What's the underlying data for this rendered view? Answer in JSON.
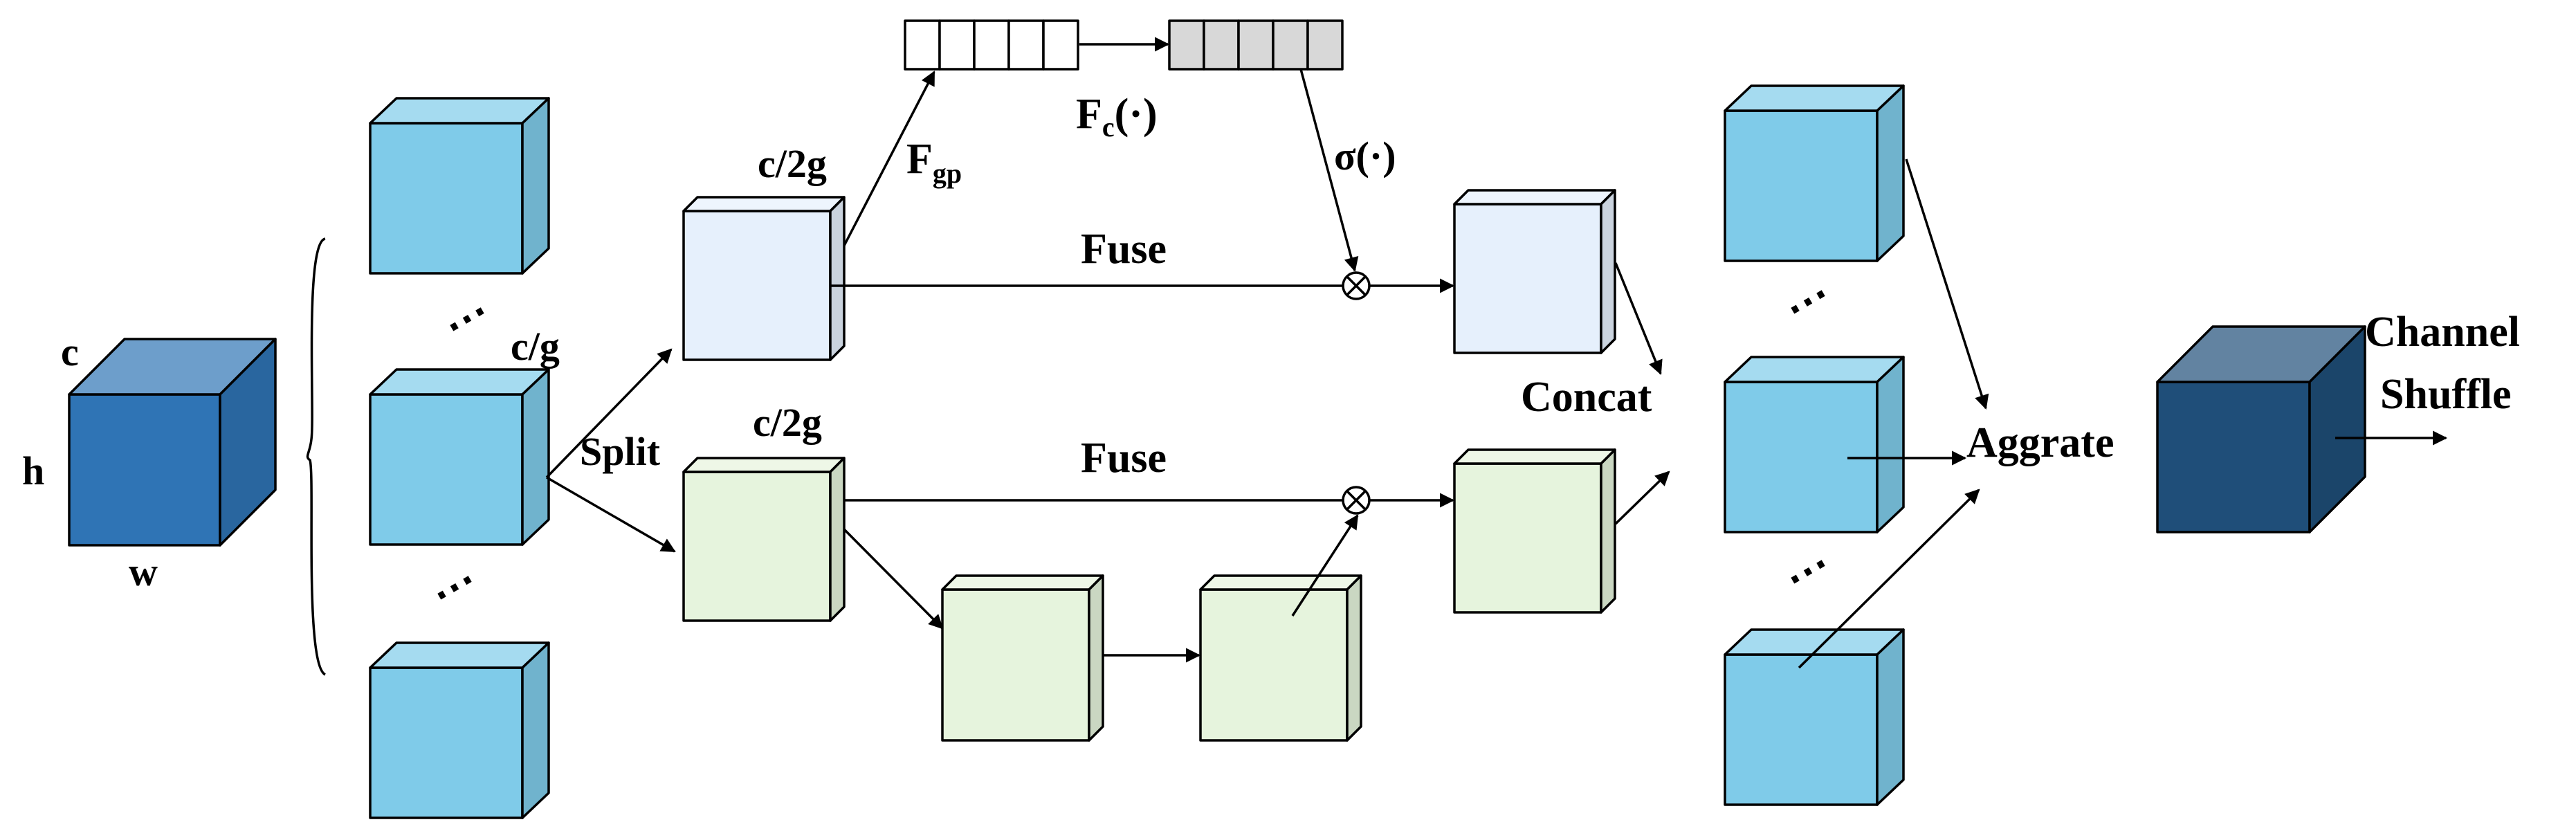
{
  "labels": {
    "c": "c",
    "h": "h",
    "w": "w",
    "c_over_g": "c/g",
    "c_over_2g_top": "c/2g",
    "c_over_2g_bottom": "c/2g",
    "split": "Split",
    "f_gp_main": "F",
    "f_gp_sub": "gp",
    "f_c_main": "F",
    "f_c_sub": "c",
    "f_c_suffix": "(·)",
    "sigma": "σ(·)",
    "fuse_top": "Fuse",
    "fuse_bottom": "Fuse",
    "concat": "Concat",
    "aggrate": "Aggrate",
    "channel_shuffle_line1": "Channel",
    "channel_shuffle_line2": "Shuffle",
    "ellipsis": "⋯"
  },
  "colors": {
    "input_cube": "#2f74b5",
    "group_cube": "#7fcbe9",
    "split_top_cube": "#e6f0fc",
    "split_bottom_cube": "#e6f4dd",
    "gp_vector": "#ffffff",
    "fc_vector": "#d8d8d8",
    "output_cube": "#1f4e79",
    "line": "#000000"
  },
  "icons": {
    "multiply": "circled-times-icon"
  }
}
